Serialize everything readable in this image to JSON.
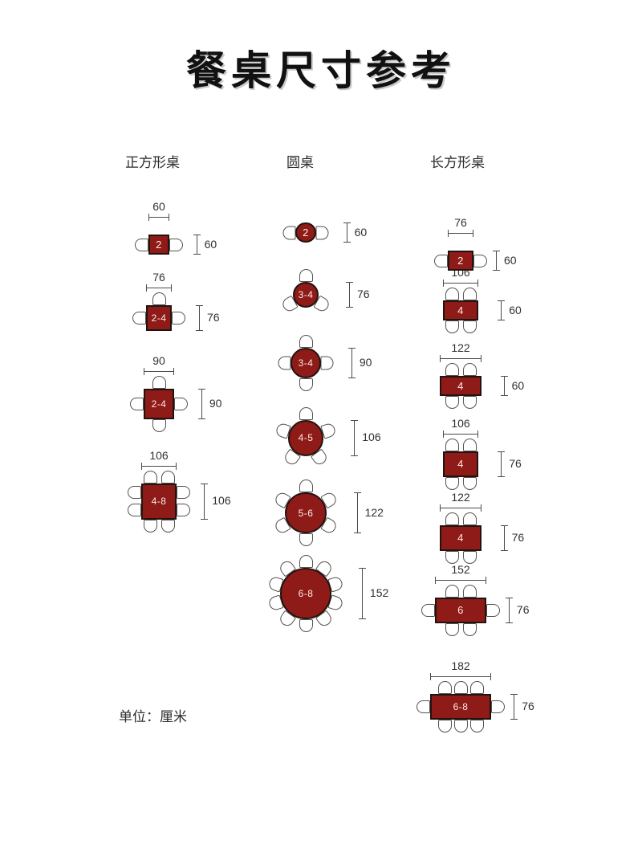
{
  "title": "餐桌尺寸参考",
  "footer": {
    "unit_note": "单位：厘米"
  },
  "colors": {
    "table_fill": "#8E1B18",
    "table_border": "#231310",
    "chair_stroke": "#55524f",
    "chair_fill": "#ffffff",
    "label_text": "#ffe9e4",
    "dimension_line": "#4a4a4a",
    "heading_text": "#2b2b2b",
    "background": "#ffffff"
  },
  "columns": [
    {
      "id": "square",
      "heading": "正方形桌"
    },
    {
      "id": "round",
      "heading": "圆桌"
    },
    {
      "id": "rect",
      "heading": "长方形桌"
    }
  ],
  "square_tables": [
    {
      "seats": "2",
      "width": "60",
      "depth": "60",
      "chairs": 2
    },
    {
      "seats": "2-4",
      "width": "76",
      "depth": "76",
      "chairs": 3
    },
    {
      "seats": "2-4",
      "width": "90",
      "depth": "90",
      "chairs": 4
    },
    {
      "seats": "4-8",
      "width": "106",
      "depth": "106",
      "chairs": 8
    }
  ],
  "round_tables": [
    {
      "seats": "2",
      "diameter": "60",
      "chairs": 2
    },
    {
      "seats": "3-4",
      "diameter": "76",
      "chairs": 3
    },
    {
      "seats": "3-4",
      "diameter": "90",
      "chairs": 4
    },
    {
      "seats": "4-5",
      "diameter": "106",
      "chairs": 5
    },
    {
      "seats": "5-6",
      "diameter": "122",
      "chairs": 6
    },
    {
      "seats": "6-8",
      "diameter": "152",
      "chairs": 10
    }
  ],
  "rect_tables": [
    {
      "seats": "2",
      "width": "76",
      "depth": "60",
      "chairs": 2
    },
    {
      "seats": "4",
      "width": "106",
      "depth": "60",
      "chairs": 4
    },
    {
      "seats": "4",
      "width": "122",
      "depth": "60",
      "chairs": 4
    },
    {
      "seats": "4",
      "width": "106",
      "depth": "76",
      "chairs": 4
    },
    {
      "seats": "4",
      "width": "122",
      "depth": "76",
      "chairs": 4
    },
    {
      "seats": "6",
      "width": "152",
      "depth": "76",
      "chairs": 6
    },
    {
      "seats": "6-8",
      "width": "182",
      "depth": "76",
      "chairs": 8
    }
  ]
}
